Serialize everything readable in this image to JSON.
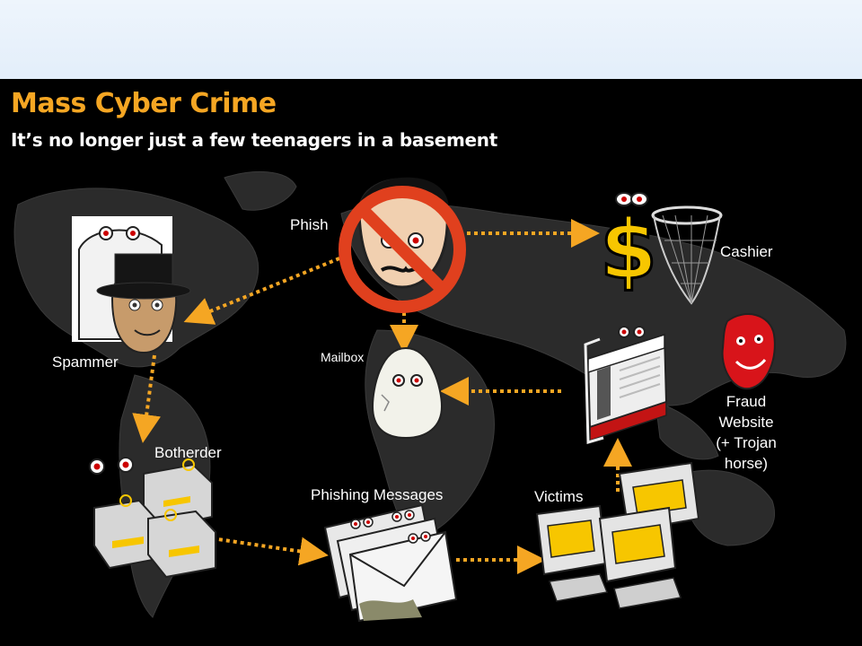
{
  "slide": {
    "title": "Mass Cyber Crime",
    "subtitle": "It’s no longer just a few teenagers in a basement"
  },
  "nodes": {
    "phisher": "Phish",
    "cashier": "Cashier",
    "spammer": "Spammer",
    "mailbox": "Mailbox",
    "botherder": "Botherder",
    "phishing_messages": "Phishing Messages",
    "victims": "Victims",
    "fraud_website": [
      "Fraud",
      "Website",
      "(+ Trojan",
      "horse)"
    ]
  },
  "icons": {
    "cashier": "dollar-sign",
    "mailbox": "egg",
    "phisher": "no-symbol"
  },
  "colors": {
    "title": "#f5a623",
    "arrow": "#f5a623",
    "background": "#000000",
    "no_symbol": "#e0401e",
    "dollar": "#f7c600",
    "fraud_face": "#d8141a"
  }
}
